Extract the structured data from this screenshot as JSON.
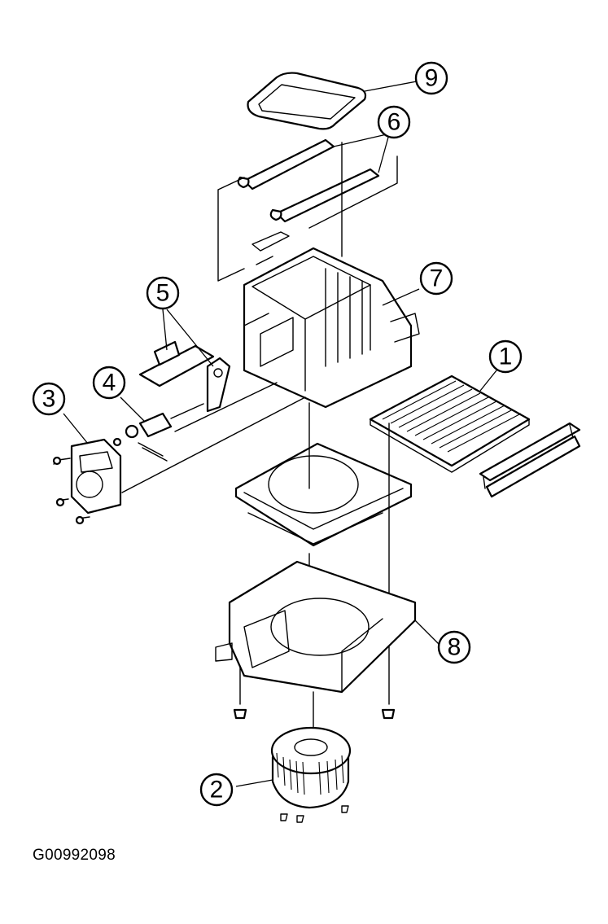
{
  "figure_code": "G00992098",
  "callouts": [
    "1",
    "2",
    "3",
    "4",
    "5",
    "6",
    "7",
    "8",
    "9"
  ]
}
